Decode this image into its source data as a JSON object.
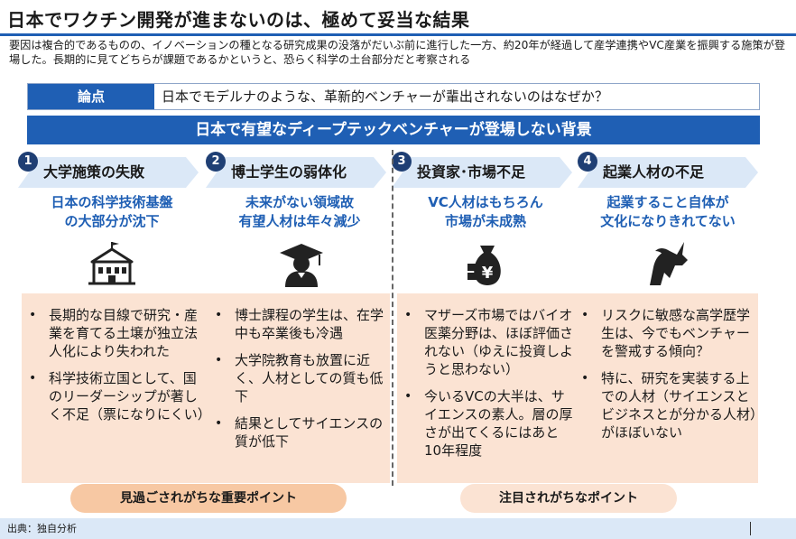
{
  "title": "日本でワクチン開発が進まないのは、極めて妥当な結果",
  "intro": "要因は複合的であるものの、イノベーションの種となる研究成果の没落がだいぶ前に進行した一方、約20年が経過して産学連携やVC産業を振興する施策が登場した。長期的に見てどちらが課題であるかというと、恐らく科学の土台部分だと考察される",
  "topic": {
    "label": "論点",
    "text": "日本でモデルナのような、革新的ベンチャーが輩出されないのはなぜか？"
  },
  "banner": "日本で有望なディープテックベンチャーが登場しない背景",
  "columns": [
    {
      "num": "1",
      "label": "大学施策の失敗",
      "sub1": "日本の科学技術基盤",
      "sub2": "の大部分が沈下",
      "icon": "university-icon",
      "bullets": [
        "長期的な目線で研究・産業を育てる土壌が独立法人化により失われた",
        "科学技術立国として、国のリーダーシップが著しく不足（票になりにくい）"
      ]
    },
    {
      "num": "2",
      "label": "博士学生の弱体化",
      "sub1": "未来がない領域故",
      "sub2": "有望人材は年々減少",
      "icon": "graduate-icon",
      "bullets": [
        "博士課程の学生は、在学中も卒業後も冷遇",
        "大学院教育も放置に近く、人材としての質も低下",
        "結果としてサイエンスの質が低下"
      ]
    },
    {
      "num": "3",
      "label": "投資家･市場不足",
      "sub1": "VC人材はもちろん",
      "sub2": "市場が未成熟",
      "icon": "money-bag-yen-icon",
      "bullets": [
        "マザーズ市場ではバイオ医薬分野は、ほぼ評価されない（ゆえに投資しようと思わない）",
        "今いるVCの大半は、サイエンスの素人。層の厚さが出てくるにはあと10年程度"
      ]
    },
    {
      "num": "4",
      "label": "起業人材の不足",
      "sub1": "起業すること自体が",
      "sub2": "文化になりきれてない",
      "icon": "unicorn-icon",
      "bullets": [
        "リスクに敏感な高学歴学生は、今でもベンチャーを警戒する傾向？",
        "特に、研究を実装する上での人材（サイエンスとビジネスとが分かる人材）がほぼいない"
      ]
    }
  ],
  "pills": {
    "left": "見過ごされがちな重要ポイント",
    "right": "注目されがちなポイント"
  },
  "footer": "出典：独自分析",
  "colors": {
    "accent": "#1f5fb4",
    "panel": "#fbe3d3",
    "pill_left": "#f7c8a3",
    "chevron": "#dbe8f7"
  }
}
